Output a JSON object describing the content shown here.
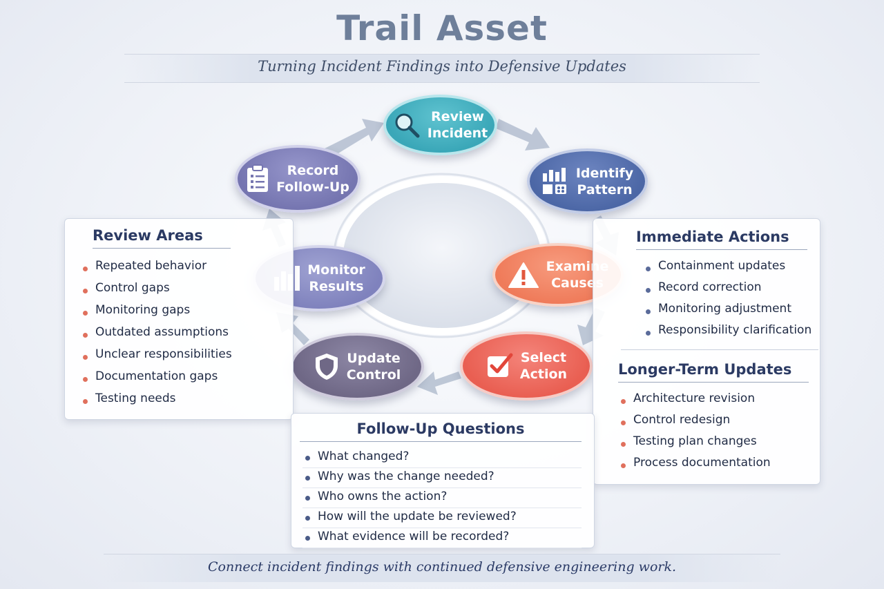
{
  "header": {
    "title": "Trail Asset",
    "subtitle": "Turning Incident Findings into Defensive Updates"
  },
  "cycle": {
    "nodes": [
      {
        "key": "review",
        "line1": "Review",
        "line2": "Incident",
        "icon": "magnifier-icon",
        "color": "#3aa7b8"
      },
      {
        "key": "identify",
        "line1": "Identify",
        "line2": "Pattern",
        "icon": "pattern-chart-icon",
        "color": "#4c67a6"
      },
      {
        "key": "examine",
        "line1": "Examine",
        "line2": "Causes",
        "icon": "warning-icon",
        "color": "#ef7b5a"
      },
      {
        "key": "select",
        "line1": "Select",
        "line2": "Action",
        "icon": "checkbox-icon",
        "color": "#e95f52"
      },
      {
        "key": "update",
        "line1": "Update",
        "line2": "Control",
        "icon": "shield-icon",
        "color": "#6f6886"
      },
      {
        "key": "monitor",
        "line1": "Monitor",
        "line2": "Results",
        "icon": "bar-chart-icon",
        "color": "#7f82bd"
      },
      {
        "key": "record",
        "line1": "Record",
        "line2": "Follow-Up",
        "icon": "clipboard-icon",
        "color": "#7575b0"
      }
    ]
  },
  "review_areas": {
    "title": "Review Areas",
    "dot_color": "#e0705d",
    "items": [
      "Repeated behavior",
      "Control gaps",
      "Monitoring gaps",
      "Outdated assumptions",
      "Unclear responsibilities",
      "Documentation gaps",
      "Testing needs"
    ]
  },
  "immediate_actions": {
    "title": "Immediate Actions",
    "dot_color": "#5a6b9a",
    "items": [
      "Containment updates",
      "Record correction",
      "Monitoring adjustment",
      "Responsibility clarification"
    ]
  },
  "longer_term": {
    "title": "Longer-Term Updates",
    "dot_color": "#e0705d",
    "items": [
      "Architecture revision",
      "Control redesign",
      "Testing plan changes",
      "Process documentation"
    ]
  },
  "follow_up": {
    "title": "Follow-Up Questions",
    "dot_color": "#4a5b88",
    "items": [
      "What changed?",
      "Why was the change needed?",
      "Who owns the action?",
      "How will the update be reviewed?",
      "What evidence will be recorded?"
    ]
  },
  "footer": {
    "text": "Connect incident findings with continued defensive engineering work."
  }
}
